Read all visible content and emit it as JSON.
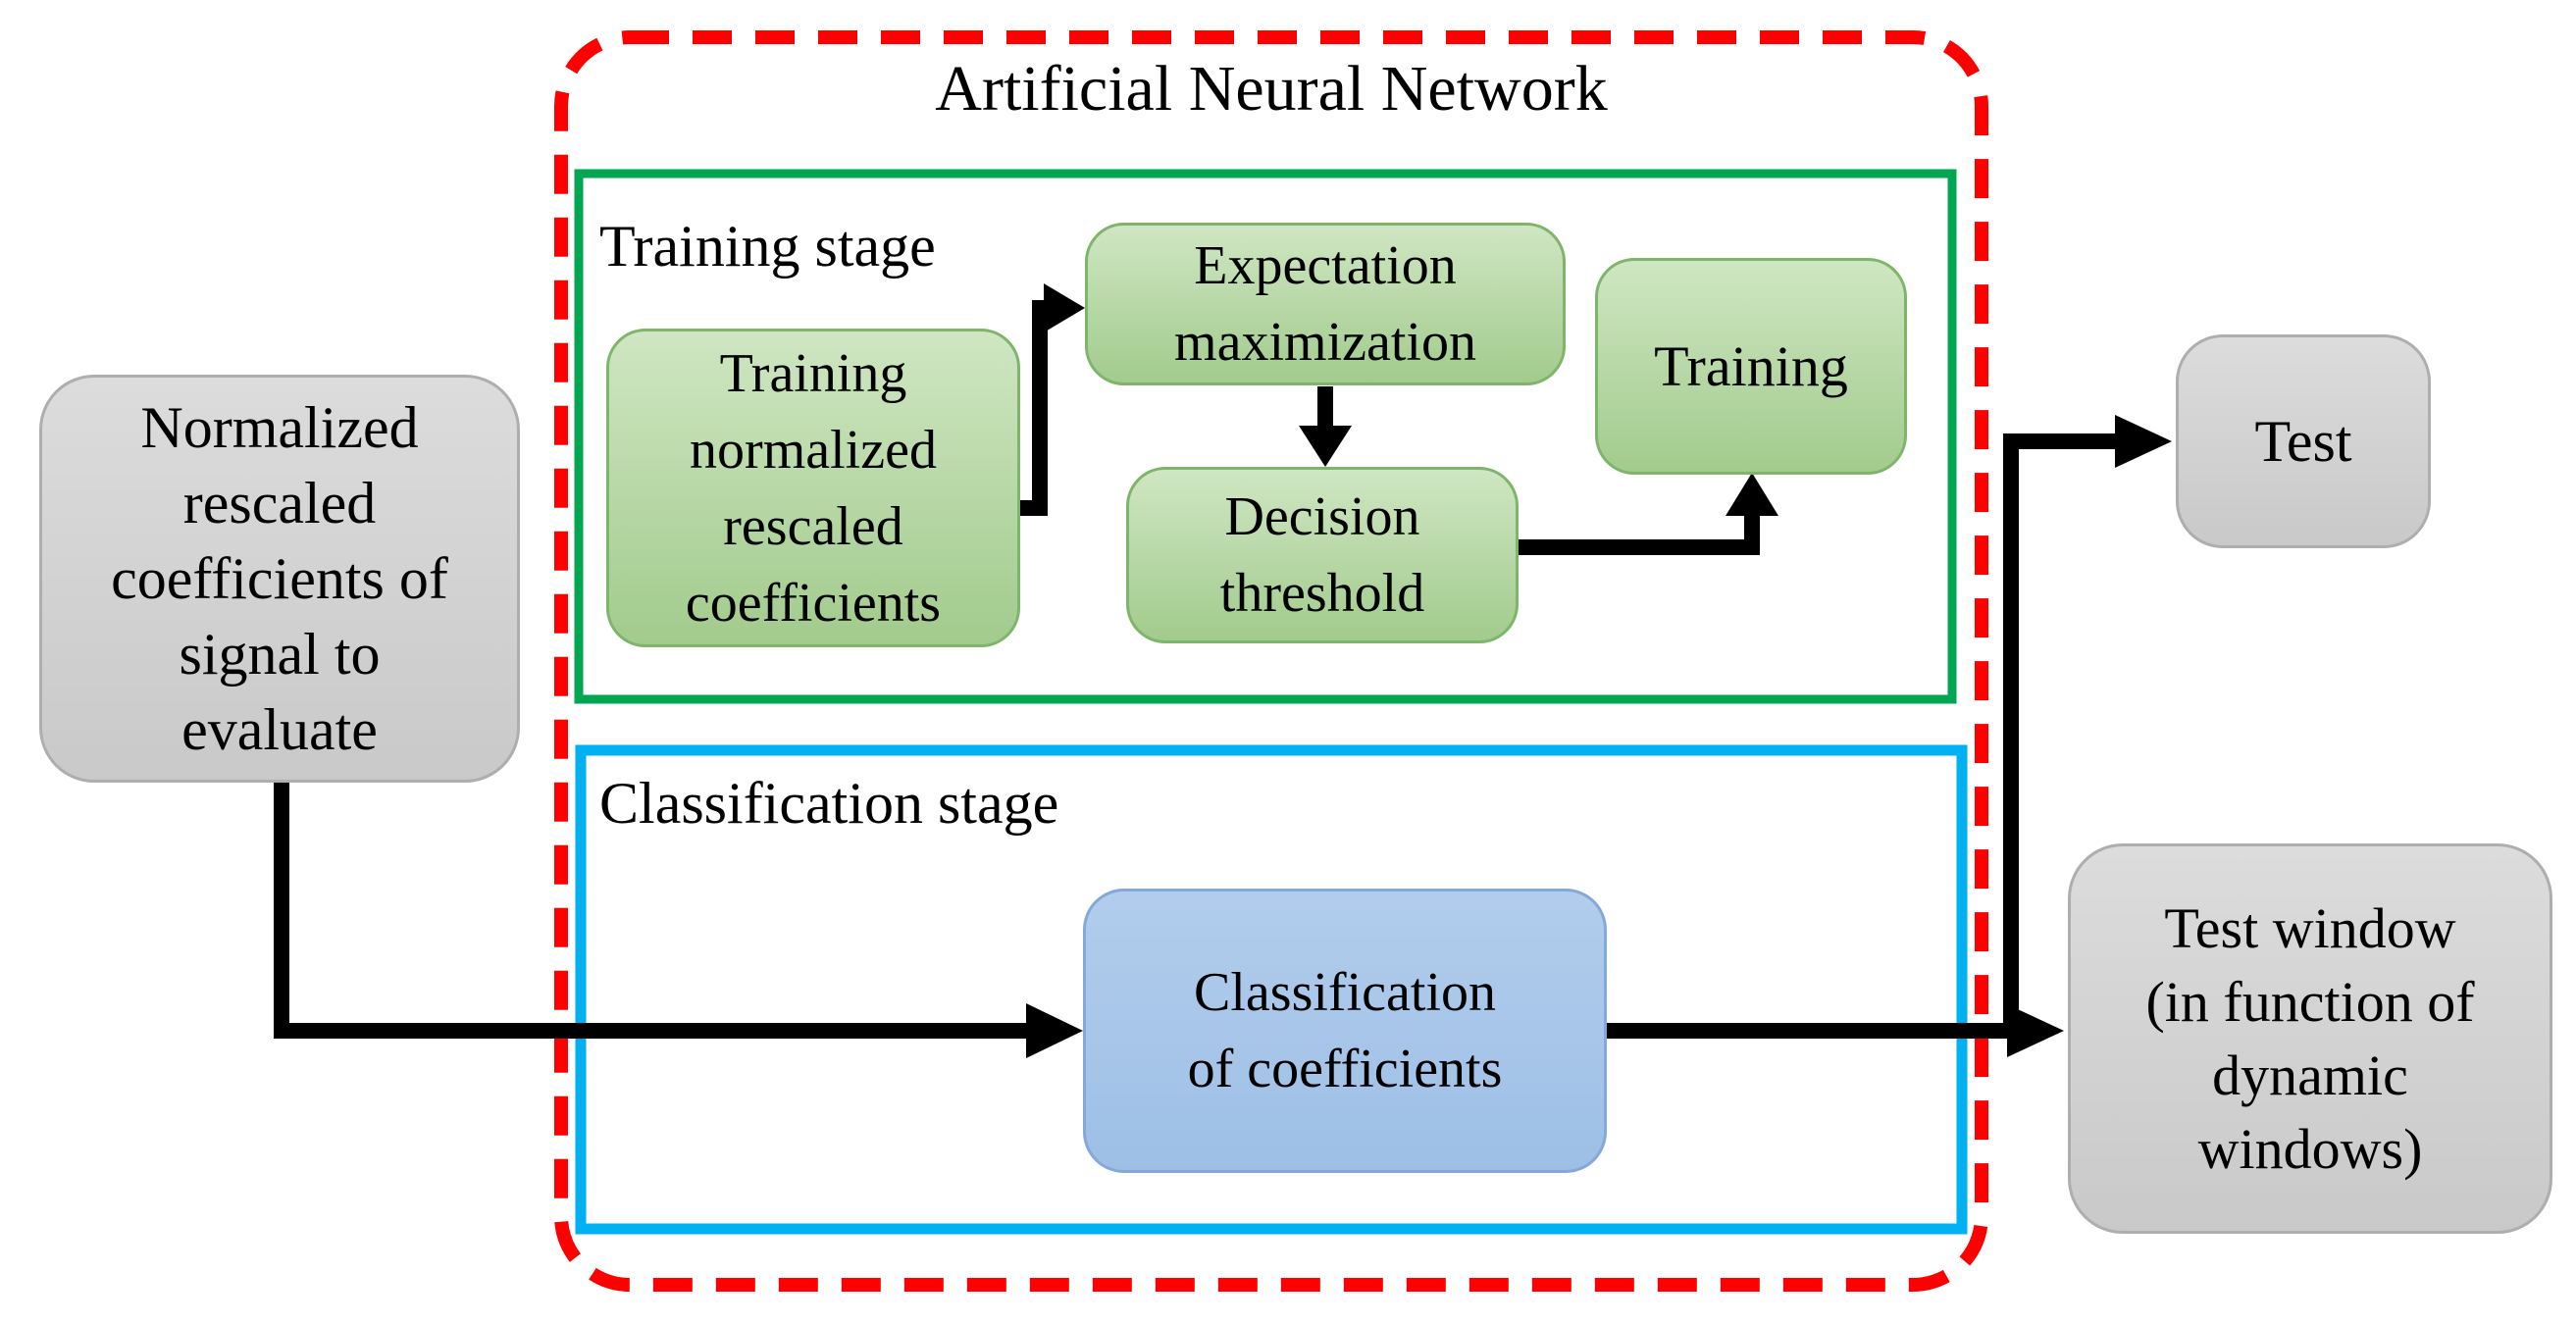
{
  "diagram": {
    "title": "Artificial Neural Network",
    "containers": {
      "ann": {
        "label": "Artificial Neural Network"
      },
      "training_stage": {
        "label": "Training stage"
      },
      "classification_stage": {
        "label": "Classification stage"
      }
    },
    "nodes": {
      "input": {
        "text": "Normalized\nrescaled\ncoefficients of\nsignal to\nevaluate"
      },
      "training_coefficients": {
        "text": "Training\nnormalized\nrescaled\ncoefficients"
      },
      "expectation_maximization": {
        "text": "Expectation\nmaximization"
      },
      "decision_threshold": {
        "text": "Decision\nthreshold"
      },
      "training": {
        "text": "Training"
      },
      "classification": {
        "text": "Classification\nof coefficients"
      },
      "test": {
        "text": "Test"
      },
      "test_window": {
        "text": "Test window\n(in function of\ndynamic\nwindows)"
      }
    }
  },
  "colors": {
    "red_border": "#fe0000",
    "green_container_border": "#00a651",
    "blue_container_border": "#00b0f0",
    "arrow": "#000000",
    "text": "#000000",
    "green_node_fill_top": "#cfe6c2",
    "green_node_fill_bottom": "#a2cb8d",
    "green_node_border": "#7fb56a",
    "blue_node_fill_top": "#b2cdec",
    "blue_node_fill_bottom": "#9dbfe6",
    "blue_node_border": "#86a8d8",
    "gray_node_fill_top": "#dcdcdc",
    "gray_node_fill_bottom": "#c9c9c9",
    "gray_node_border": "#aeaeae"
  }
}
